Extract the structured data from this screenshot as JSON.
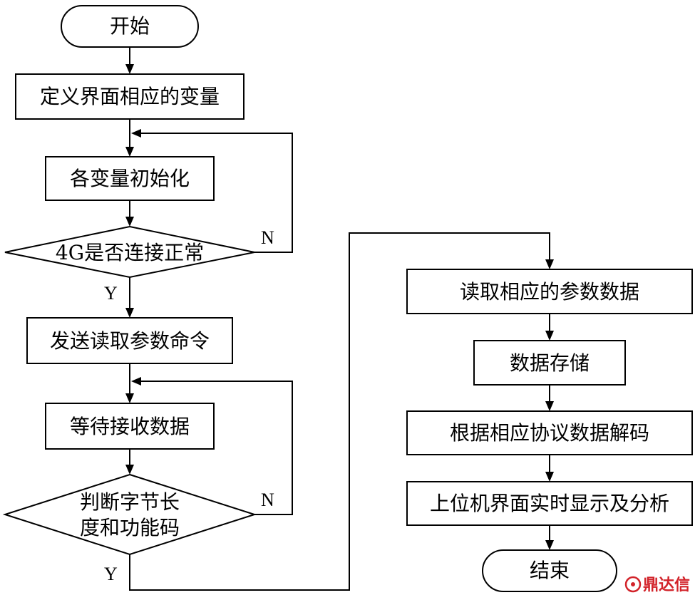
{
  "flowchart": {
    "start": "开始",
    "define_vars": "定义界面相应的变量",
    "init_vars": "各变量初始化",
    "check_4g": "4G是否连接正常",
    "send_cmd": "发送读取参数命令",
    "wait_data": "等待接收数据",
    "judge_line1": "判断字节长",
    "judge_line2": "度和功能码",
    "read_params": "读取相应的参数数据",
    "store_data": "数据存储",
    "decode_data": "根据相应协议数据解码",
    "display": "上位机界面实时显示及分析",
    "end": "结束",
    "yes_label": "Y",
    "no_label": "N"
  },
  "watermark": {
    "text": "鼎达信",
    "color": "#d2232a"
  }
}
